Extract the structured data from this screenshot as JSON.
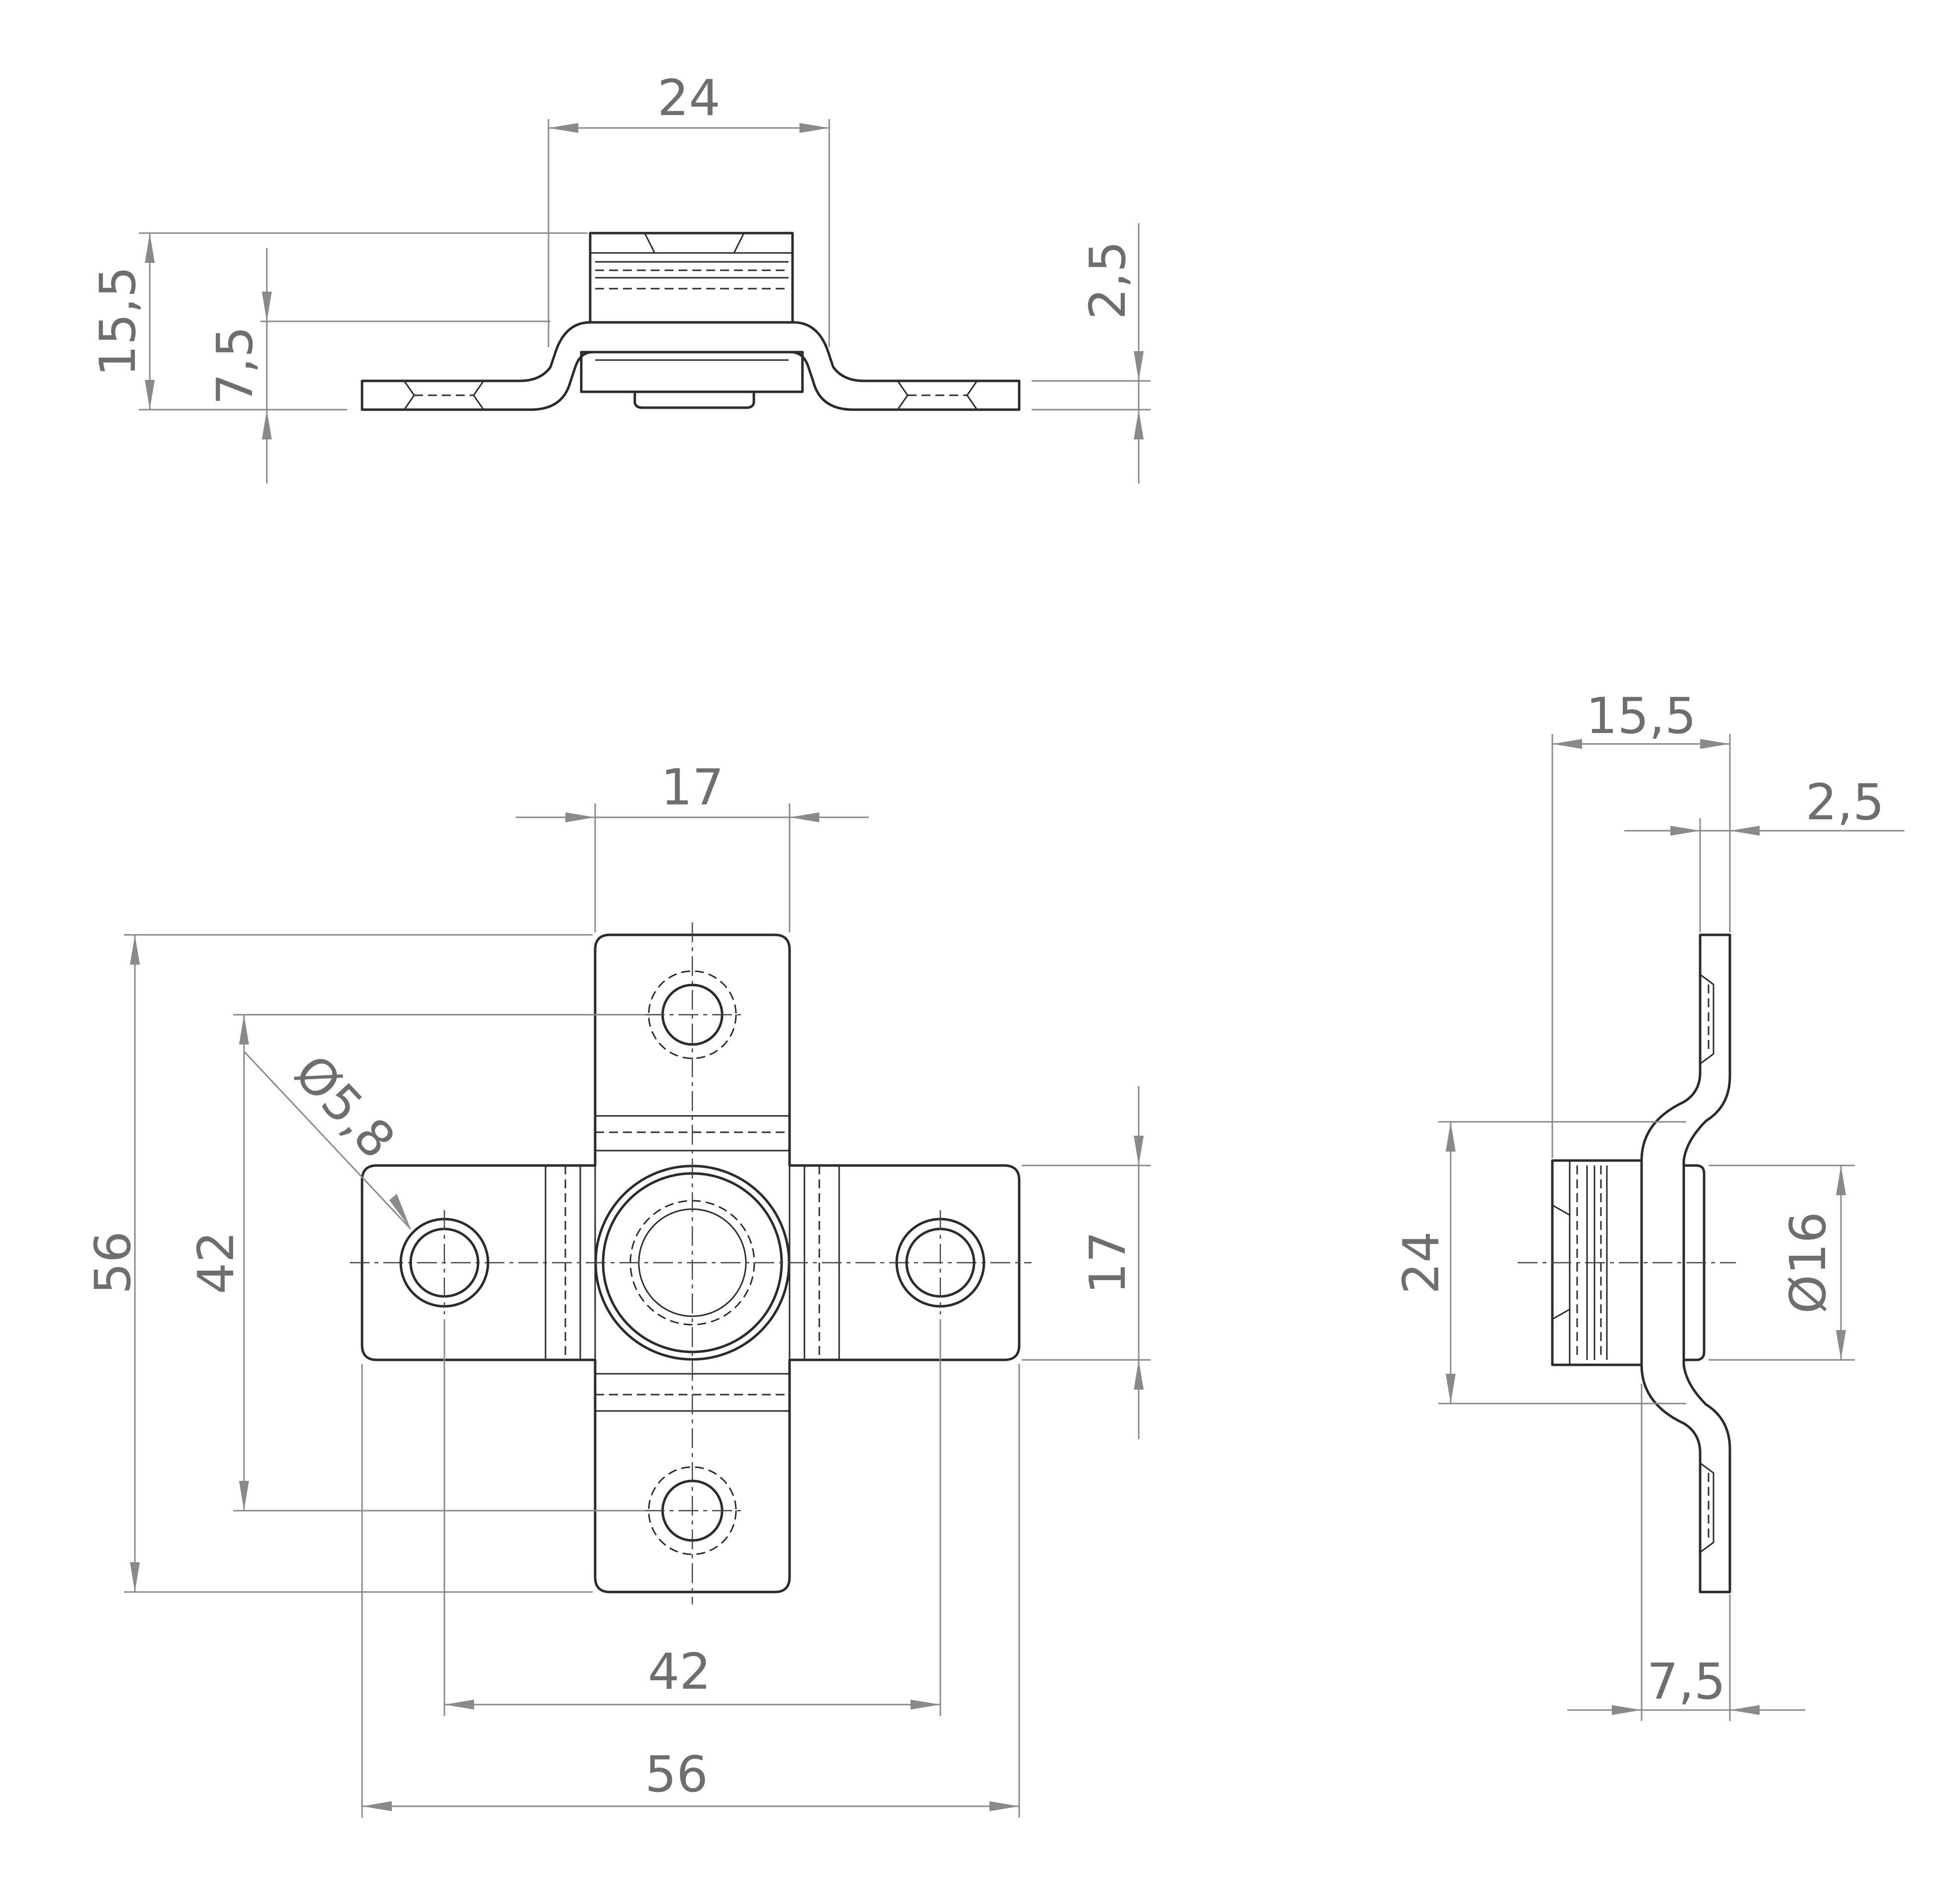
{
  "views": {
    "top_view": {
      "width_dim": "24",
      "height_dim": "15,5",
      "step_dim": "7,5",
      "thickness_dim": "2,5"
    },
    "front_view": {
      "center_width_dim": "17",
      "overall_height_dim": "56",
      "hole_pitch_vertical_dim": "42",
      "hole_diameter_dim": "Ø5,8",
      "center_height_dim": "17",
      "hole_pitch_horizontal_dim": "42",
      "overall_width_dim": "56"
    },
    "side_view": {
      "depth_dim": "15,5",
      "thickness_dim": "2,5",
      "height_dim": "24",
      "boss_diameter_dim": "Ø16",
      "offset_dim": "7,5"
    }
  },
  "colors": {
    "outline": "#2b2b2b",
    "dimension": "#8a8a8a",
    "text": "#6e6e6e",
    "background": "#ffffff"
  }
}
